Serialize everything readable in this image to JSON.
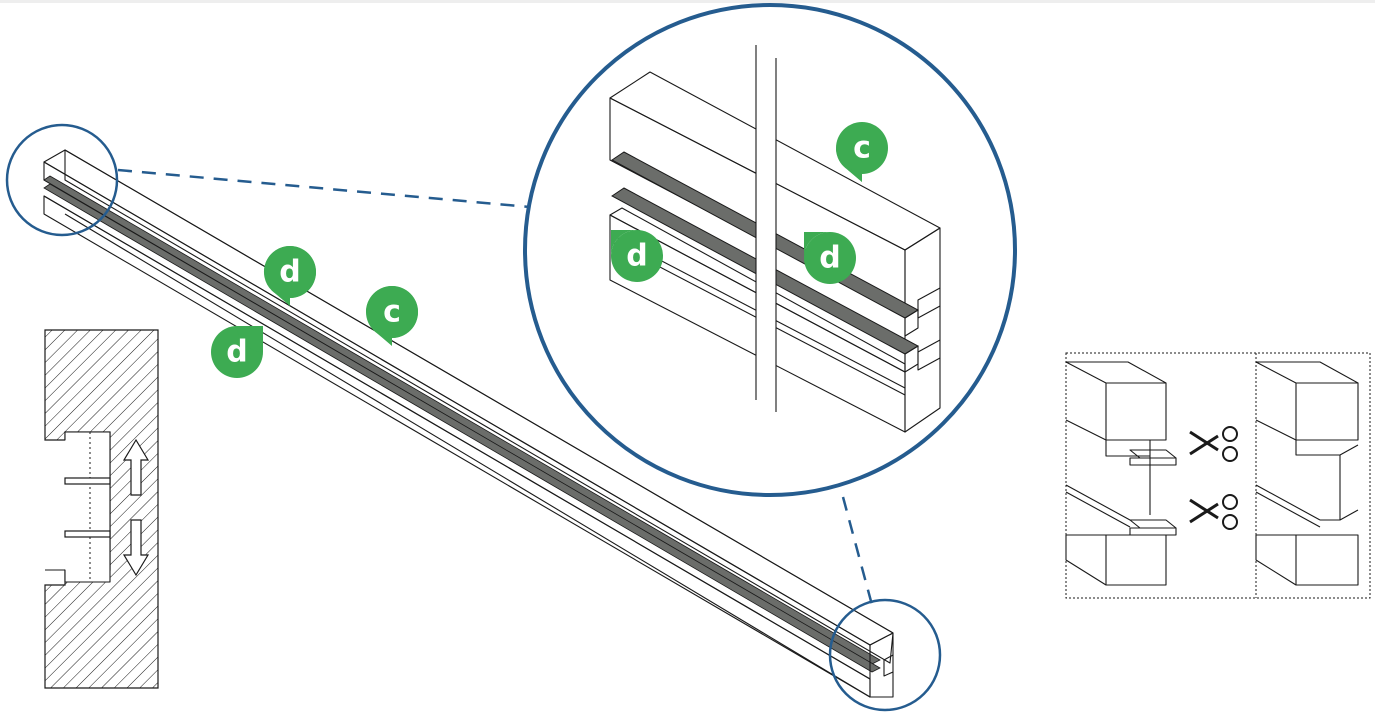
{
  "colors": {
    "accent_blue": "#255c8f",
    "marker_green": "#3dab52",
    "strip_gray": "#6b6d6a",
    "line": "#1a1a1a"
  },
  "markers": {
    "rail_d_upper": "d",
    "rail_c": "c",
    "rail_d_lower": "d",
    "zoom_c": "c",
    "zoom_d_left": "d",
    "zoom_d_right": "d"
  },
  "icons": {
    "cut_upper": "scissors-icon",
    "cut_lower": "scissors-icon",
    "move_up": "arrow-up-icon",
    "move_down": "arrow-down-icon"
  }
}
